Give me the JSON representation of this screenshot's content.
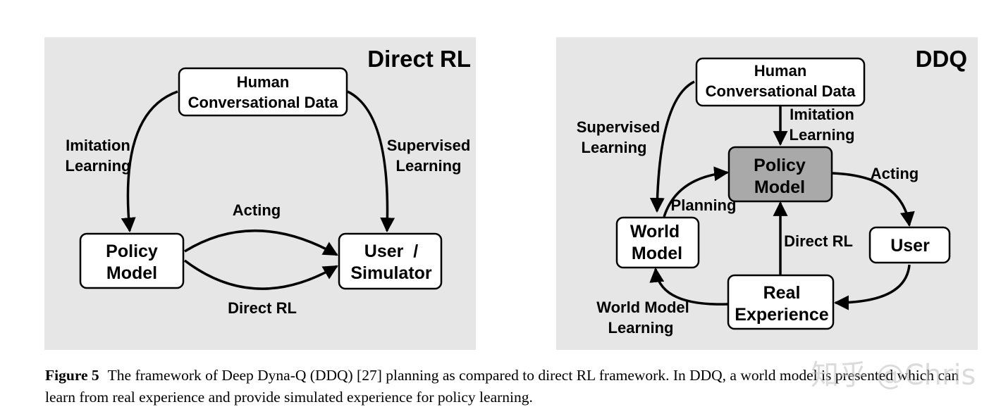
{
  "colors": {
    "panel_bg": "#e6e6e6",
    "node_fill": "#ffffff",
    "highlight_fill": "#a9a9a9",
    "stroke": "#000000"
  },
  "left_panel": {
    "title": "Direct RL",
    "nodes": {
      "human_data": [
        "Human",
        "Conversational Data"
      ],
      "policy_model": [
        "Policy",
        "Model"
      ],
      "user_simulator": [
        "User  /",
        "Simulator"
      ]
    },
    "edges": {
      "imitation_learning": [
        "Imitation",
        "Learning"
      ],
      "supervised_learning": [
        "Supervised",
        "Learning"
      ],
      "acting": "Acting",
      "direct_rl": "Direct RL"
    }
  },
  "right_panel": {
    "title": "DDQ",
    "nodes": {
      "human_data": [
        "Human",
        "Conversational Data"
      ],
      "policy_model": [
        "Policy",
        "Model"
      ],
      "world_model": [
        "World",
        "Model"
      ],
      "user": "User",
      "real_experience": [
        "Real",
        "Experience"
      ]
    },
    "edges": {
      "supervised_learning": [
        "Supervised",
        "Learning"
      ],
      "imitation_learning": [
        "Imitation",
        "Learning"
      ],
      "acting": "Acting",
      "planning": "Planning",
      "direct_rl": "Direct RL",
      "world_model_learning": [
        "World Model",
        "Learning"
      ]
    }
  },
  "caption": {
    "label": "Figure 5",
    "text": "The framework of Deep Dyna-Q (DDQ) [27] planning as compared to direct RL framework. In DDQ, a world model is presented which can learn from real experience and provide simulated experience for policy learning."
  },
  "watermark": "知乎 @Chris"
}
